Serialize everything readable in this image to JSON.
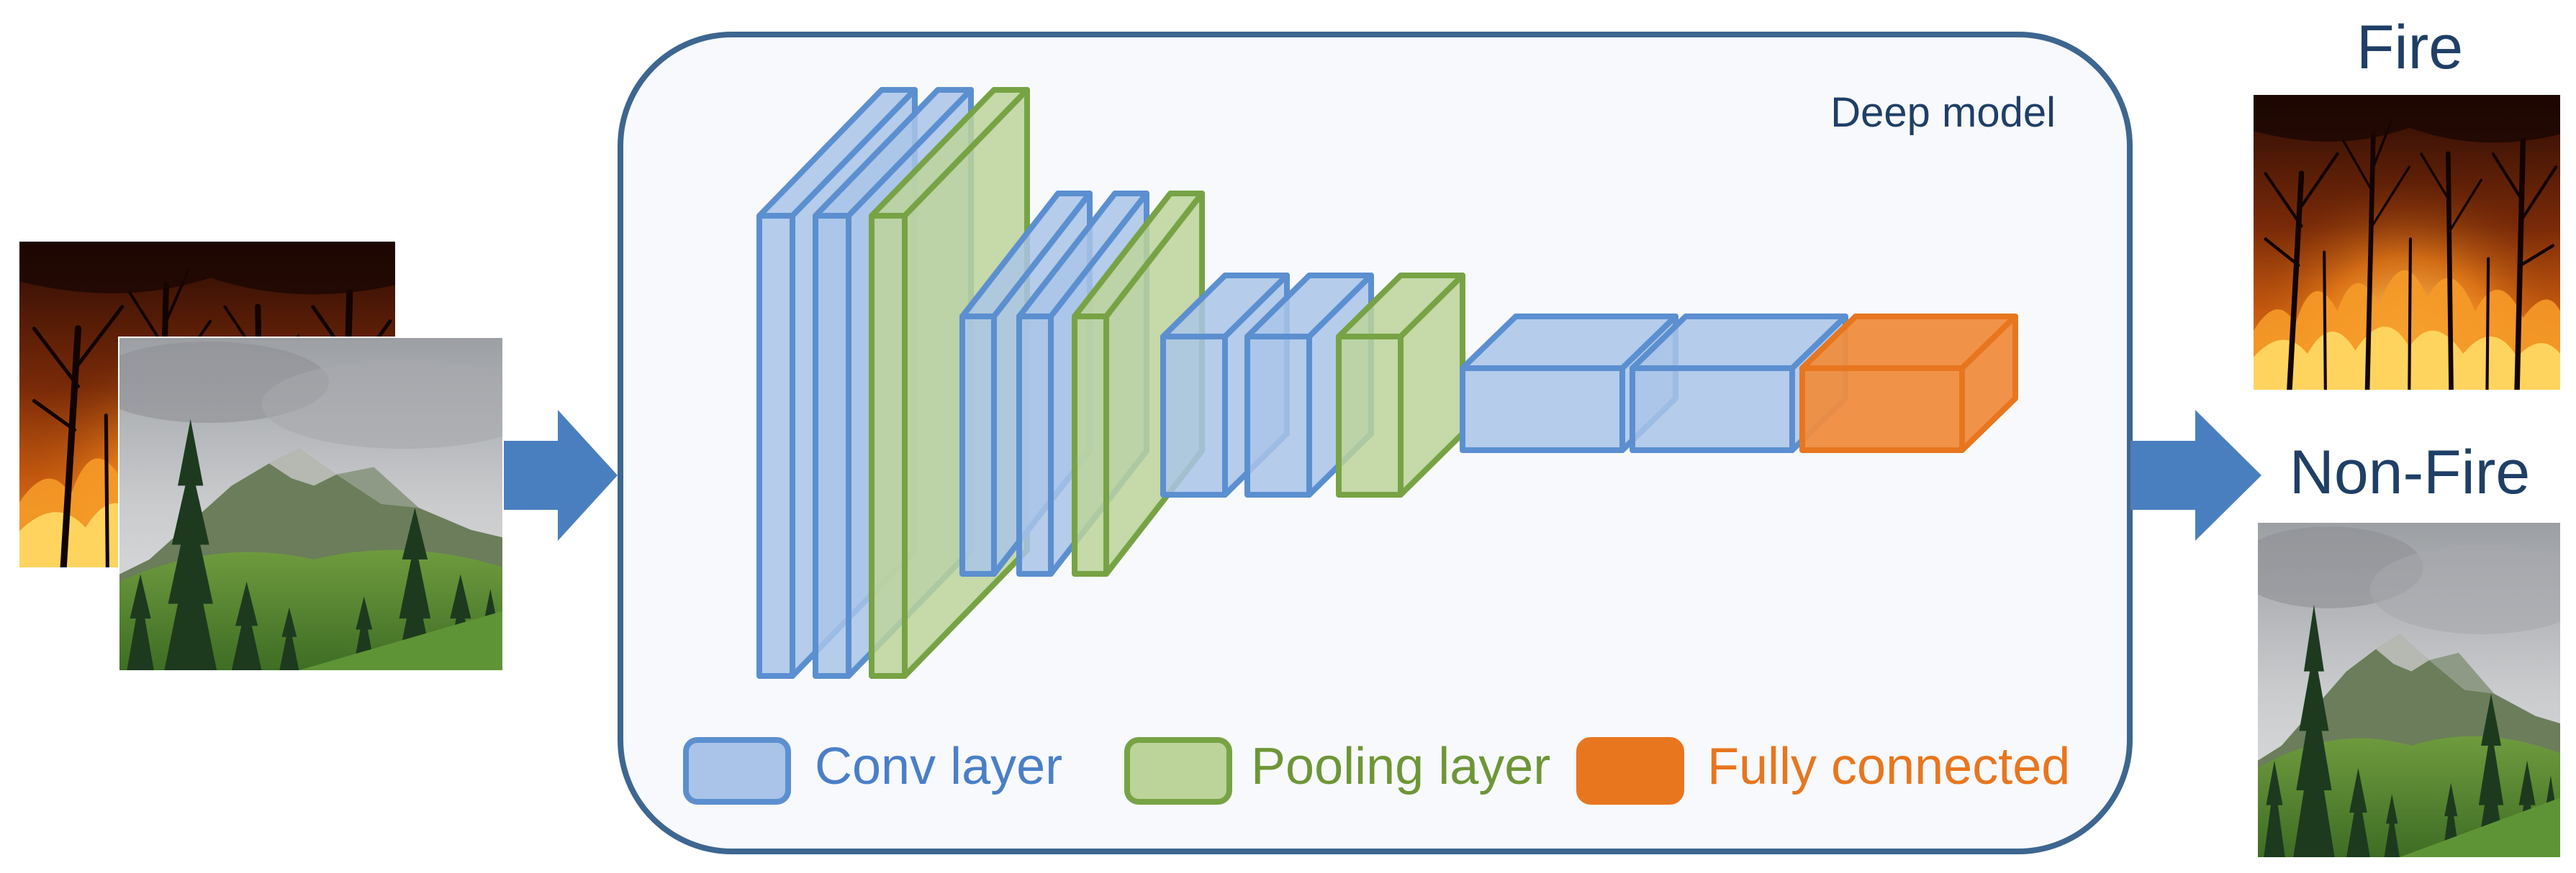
{
  "model": {
    "label": "Deep model"
  },
  "outputs": {
    "fire_label": "Fire",
    "nonfire_label": "Non-Fire"
  },
  "legend": {
    "conv_label": "Conv layer",
    "pool_label": "Pooling layer",
    "fc_label": "Fully connected"
  },
  "images": {
    "input_fire_icon": "forest-fire-photo",
    "input_nonfire_icon": "mountain-forest-photo",
    "output_fire_icon": "forest-fire-photo",
    "output_nonfire_icon": "mountain-forest-photo"
  },
  "colors": {
    "conv_fill": "#a9c4e8",
    "conv_stroke": "#5b8fd0",
    "pool_fill": "#bcd39a",
    "pool_stroke": "#77a344",
    "fc_fill": "#ef8d3f",
    "fc_stroke": "#e8761f",
    "arrow": "#4a7fbf",
    "box_stroke": "#3d6690",
    "box_fill": "#f7f9fc",
    "label_dark": "#1f3f66",
    "conv_text": "#4a7fc7",
    "pool_text": "#6e9637",
    "fc_text": "#e8761f"
  }
}
